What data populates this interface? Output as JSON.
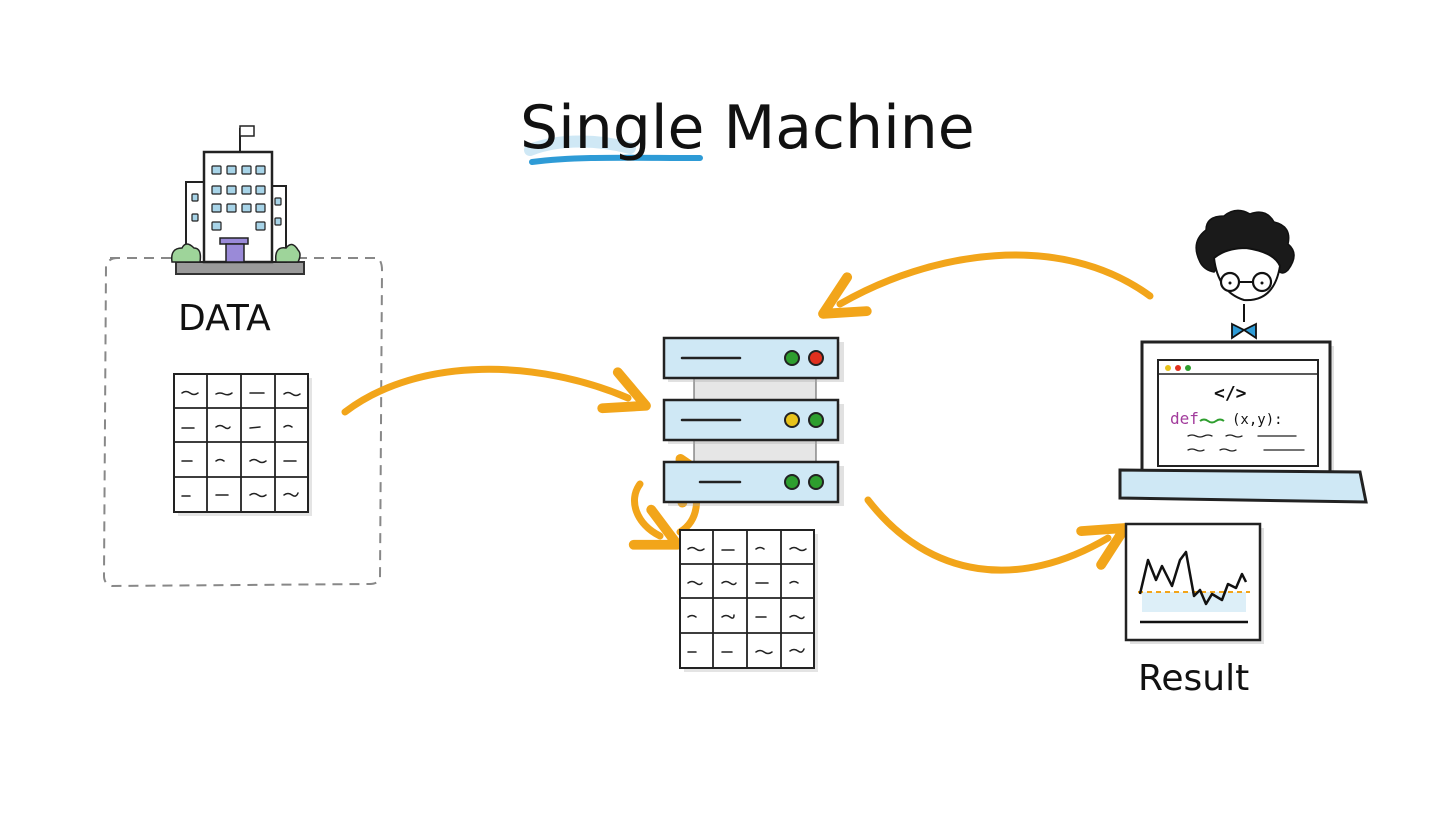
{
  "diagram": {
    "title": "Single Machine",
    "nodes": {
      "data": {
        "label": "DATA"
      },
      "server": {
        "label": ""
      },
      "developer": {
        "label": ""
      },
      "result": {
        "label": "Result"
      }
    },
    "laptop_code": {
      "tag": "</>",
      "def_keyword": "def",
      "args": "(x,y):"
    },
    "colors": {
      "arrow": "#F2A51A",
      "server_fill": "#CFE8F5",
      "accent_blue": "#2E9BD6",
      "led_green": "#2E9E2E",
      "led_red": "#E0301E",
      "led_yellow": "#E8C21A",
      "building_window": "#A8D4E8",
      "building_door": "#9A8AD8",
      "bush": "#9ED49A"
    },
    "icons": [
      "office-building-icon",
      "server-rack-icon",
      "developer-avatar-icon",
      "laptop-icon",
      "result-chart-icon",
      "data-table-icon"
    ]
  }
}
